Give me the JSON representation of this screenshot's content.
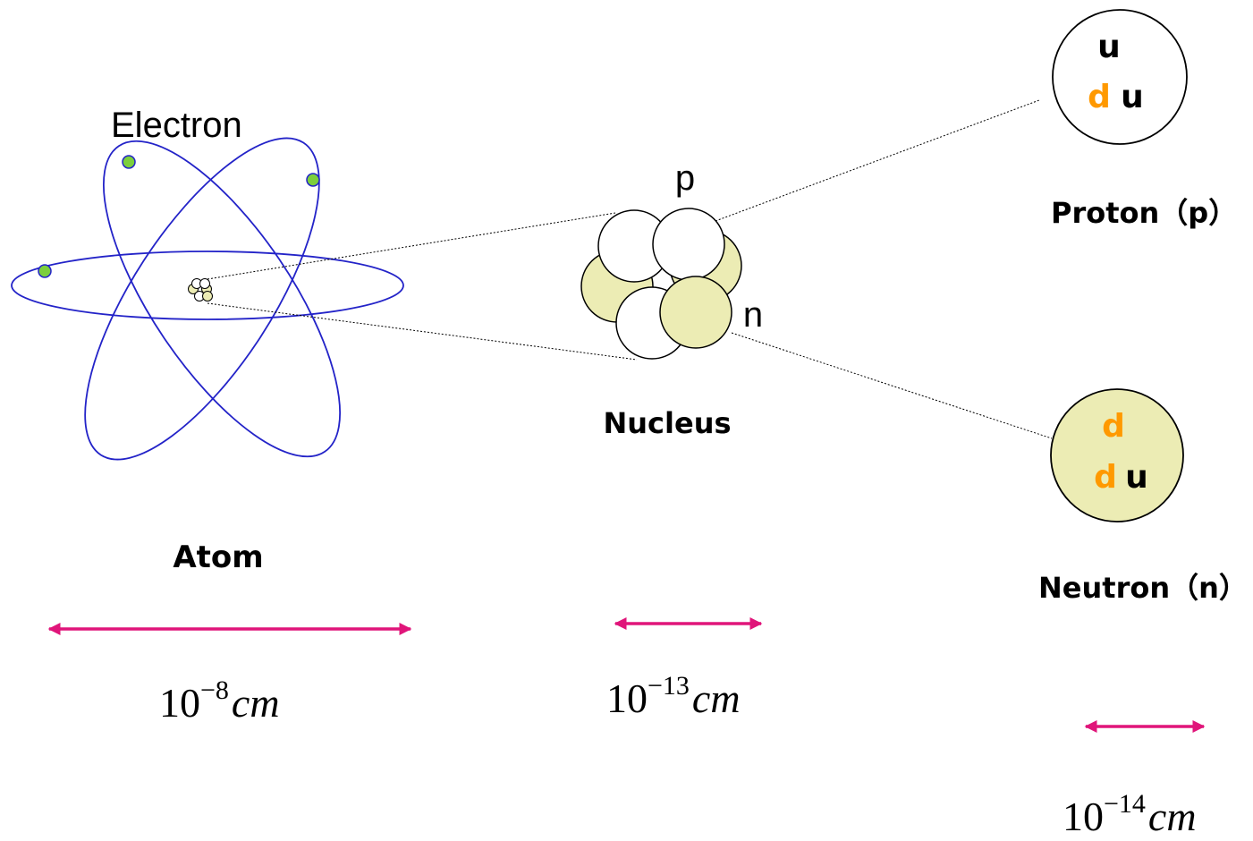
{
  "atom": {
    "electron_label": "Electron",
    "title": "Atom",
    "scale_base": "10",
    "scale_exp": "−8",
    "scale_unit": "cm"
  },
  "nucleus": {
    "proton_label": "p",
    "neutron_label": "n",
    "title": "Nucleus",
    "scale_base": "10",
    "scale_exp": "−13",
    "scale_unit": "cm"
  },
  "proton": {
    "title": "Proton（p）",
    "quarks": [
      "u",
      "d",
      "u"
    ]
  },
  "neutron": {
    "title": "Neutron（n）",
    "quarks": [
      "d",
      "d",
      "u"
    ]
  },
  "quark_scale": {
    "scale_base": "10",
    "scale_exp": "−14",
    "scale_unit": "cm"
  },
  "colors": {
    "orbit": "#2323c8",
    "electron": "#7ccf3c",
    "neutron_fill": "#ececb4",
    "proton_fill": "#ffffff",
    "arrow": "#e0157a",
    "down_quark": "#ff9900",
    "up_quark": "#000000"
  }
}
